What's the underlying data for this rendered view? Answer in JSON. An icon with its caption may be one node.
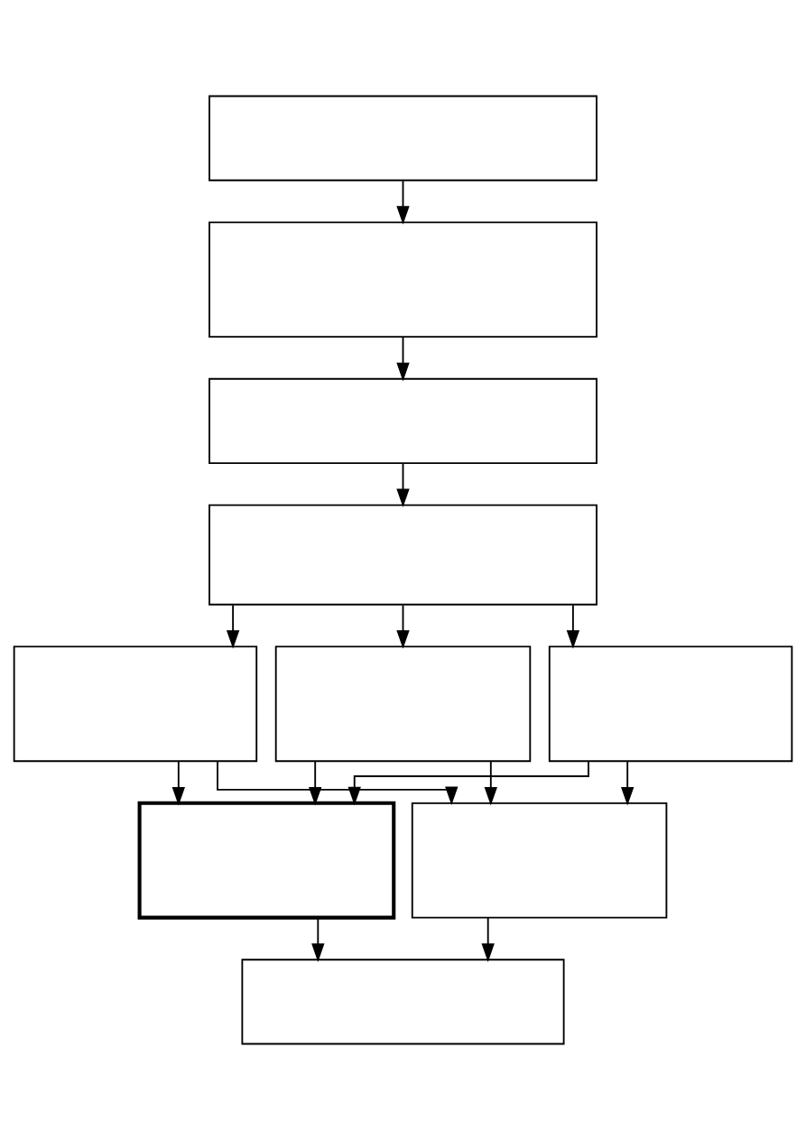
{
  "diagram": {
    "nodes": [
      {
        "text": [],
        "shape": "box"
      },
      {
        "text": [],
        "shape": "box"
      },
      {
        "text": [],
        "shape": "box"
      },
      {
        "text": [],
        "shape": "box"
      },
      {
        "text": [],
        "shape": "box"
      },
      {
        "text": [],
        "shape": "box"
      },
      {
        "text": [],
        "shape": "box"
      },
      {
        "text": [],
        "shape": "box"
      },
      {
        "text": [],
        "shape": "box"
      },
      {
        "text": [],
        "shape": "box"
      }
    ],
    "edges": [
      {
        "from": 0,
        "to": 1,
        "arrow": "to"
      },
      {
        "from": 1,
        "to": 2,
        "arrow": "to"
      },
      {
        "from": 2,
        "to": 3,
        "arrow": "to"
      },
      {
        "from": 3,
        "to": 4,
        "arrow": "to"
      },
      {
        "from": 3,
        "to": 5,
        "arrow": "to"
      },
      {
        "from": 3,
        "to": 6,
        "arrow": "to"
      },
      {
        "from": 4,
        "to": 7,
        "arrow": "to"
      },
      {
        "from": 5,
        "to": 7,
        "arrow": "to"
      },
      {
        "from": 6,
        "to": 7,
        "arrow": "to"
      },
      {
        "from": 4,
        "to": 8,
        "arrow": "to"
      },
      {
        "from": 5,
        "to": 8,
        "arrow": "to"
      },
      {
        "from": 6,
        "to": 8,
        "arrow": "to"
      },
      {
        "from": 7,
        "to": 9,
        "arrow": "to"
      },
      {
        "from": 8,
        "to": 9,
        "arrow": "to"
      }
    ]
  }
}
